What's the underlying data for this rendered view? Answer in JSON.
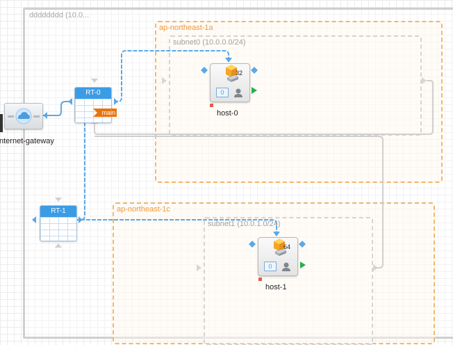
{
  "vpc": {
    "label": "dddddddd (10.0..."
  },
  "availability_zones": [
    {
      "label": "ap-northeast-1a"
    },
    {
      "label": "ap-northeast-1c"
    }
  ],
  "subnets": [
    {
      "label": "subnet0 (10.0.0.0/24)"
    },
    {
      "label": "subnet1 (10.0.1.0/24)"
    }
  ],
  "route_tables": [
    {
      "label": "RT-0",
      "badge": "main"
    },
    {
      "label": "RT-1"
    }
  ],
  "hosts": [
    {
      "label": "host-0",
      "count": "32",
      "slot": "0"
    },
    {
      "label": "host-1",
      "count": "64",
      "slot": "0"
    }
  ],
  "internet_gateway": {
    "label": "nternet-gateway"
  },
  "colors": {
    "connection": "#5aa8e6",
    "az_border": "#f3b768",
    "az_label": "#ef9b3e",
    "subnet_border": "#d4d4d4",
    "route_table_header": "#3b9ce6",
    "main_badge": "#e9730f",
    "port_diamond": "#5aa8e6",
    "port_play": "#22b14c"
  }
}
